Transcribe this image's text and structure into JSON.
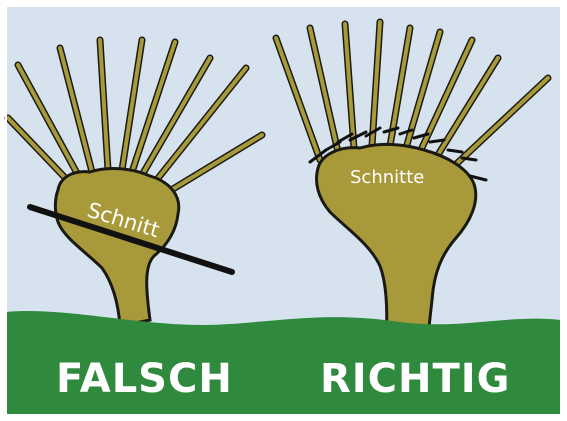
{
  "labels": {
    "cut_wrong": "Schnitt",
    "cuts_right": "Schnitte",
    "wrong": "FALSCH",
    "right": "RICHTIG"
  },
  "colors": {
    "sky": "#d6e3ef",
    "ground": "#2f8a3e",
    "wood": "#a89a3a",
    "outline": "#1a1a12",
    "text": "#ffffff"
  }
}
